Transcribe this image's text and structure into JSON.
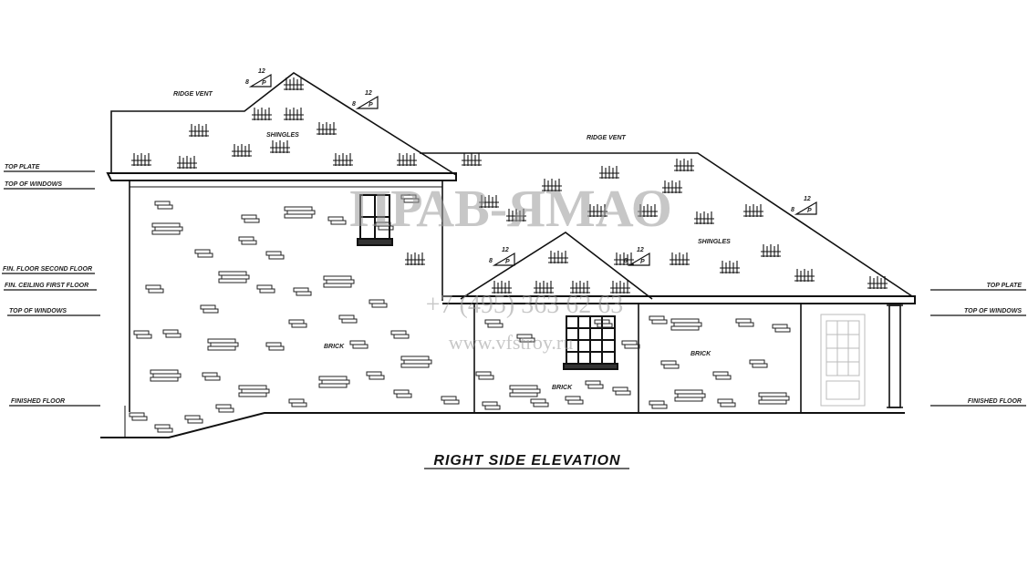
{
  "drawing": {
    "title": "RIGHT SIDE ELEVATION",
    "left_levels": [
      "TOP PLATE",
      "TOP OF WINDOWS",
      "FIN. FLOOR SECOND FLOOR",
      "FIN. CEILING FIRST FLOOR",
      "TOP OF WINDOWS",
      "FINISHED FLOOR"
    ],
    "right_levels": [
      "TOP PLATE",
      "TOP OF WINDOWS",
      "FINISHED FLOOR"
    ],
    "notes": {
      "ridge_vent_left": "RIDGE VENT",
      "ridge_vent_right": "RIDGE VENT",
      "shingles_left": "SHINGLES",
      "shingles_right": "SHINGLES",
      "brick_1": "BRICK",
      "brick_2": "BRICK",
      "brick_3": "BRICK"
    },
    "pitch": {
      "rise": "8",
      "run": "12",
      "mark": "P"
    }
  },
  "watermark": {
    "brand": "ПРАВ-ЯМАО",
    "phone": "+7 (495) 363 62 63",
    "url": "www.vfstroy.ru"
  }
}
